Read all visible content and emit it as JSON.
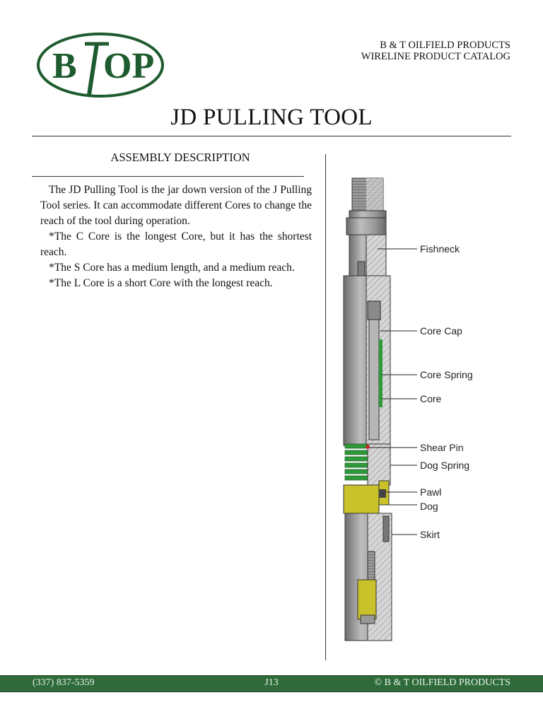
{
  "header": {
    "logo_text": "BTOP",
    "company_line1": "B & T OILFIELD PRODUCTS",
    "company_line2": "WIRELINE PRODUCT CATALOG",
    "brand_color": "#1e5b2e"
  },
  "page_title": "JD PULLING TOOL",
  "section": {
    "heading": "ASSEMBLY DESCRIPTION",
    "paragraphs": [
      "The JD Pulling Tool is the jar down version of the J Pulling Tool series. It can accommodate different Cores to change the reach of the tool during operation.",
      "*The C Core is the longest Core, but it has the shortest reach.",
      "*The S Core has a medium length, and a medium reach.",
      "*The L Core is a short Core with the longest reach."
    ]
  },
  "diagram": {
    "labels": {
      "fishneck": "Fishneck",
      "core_cap": "Core Cap",
      "core_spring": "Core Spring",
      "core": "Core",
      "shear_pin": "Shear Pin",
      "dog_spring": "Dog Spring",
      "pawl": "Pawl",
      "dog": "Dog",
      "skirt": "Skirt"
    },
    "colors": {
      "body": "#a9a9a9",
      "section": "#d4d4d4",
      "spring": "#2e9a3a",
      "dog": "#c9c22a",
      "pin": "#c0282a"
    }
  },
  "footer": {
    "phone": "(337) 837-5359",
    "page": "J13",
    "copyright": "© B & T OILFIELD PRODUCTS",
    "color": "#2f6b3a"
  }
}
